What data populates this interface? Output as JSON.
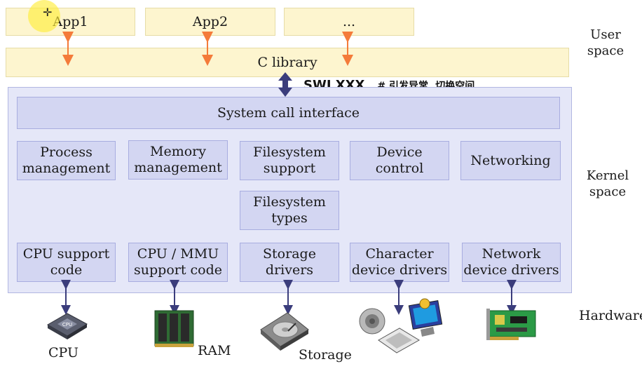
{
  "user_space": {
    "apps": [
      "App1",
      "App2",
      "..."
    ],
    "c_library": "C library",
    "label": "User\nspace"
  },
  "syscall": {
    "swi": "SWI XXX",
    "comment": "# 引发异常, 切换空间"
  },
  "kernel": {
    "label": "Kernel\nspace",
    "system_call_interface": "System call interface",
    "subsystems": [
      "Process\nmanagement",
      "Memory\nmanagement",
      "Filesystem\nsupport",
      "Device\ncontrol",
      "Networking"
    ],
    "filesystem_types": "Filesystem\ntypes",
    "drivers": [
      "CPU support\ncode",
      "CPU / MMU\nsupport code",
      "Storage\ndrivers",
      "Character\ndevice drivers",
      "Network\ndevice drivers"
    ]
  },
  "hardware": {
    "label": "Hardware",
    "items": [
      "CPU",
      "RAM",
      "Storage"
    ],
    "icons": [
      "cpu-chip-icon",
      "ram-module-icon",
      "hard-disk-icon",
      "speaker-keyboard-monitor-icon",
      "network-card-icon"
    ]
  },
  "colors": {
    "user_fill": "#fdf5cf",
    "kernel_fill": "#e5e7f8",
    "kernel_box_fill": "#d3d6f2",
    "user_arrow": "#f47b3a",
    "kernel_arrow": "#3b3d7c"
  }
}
